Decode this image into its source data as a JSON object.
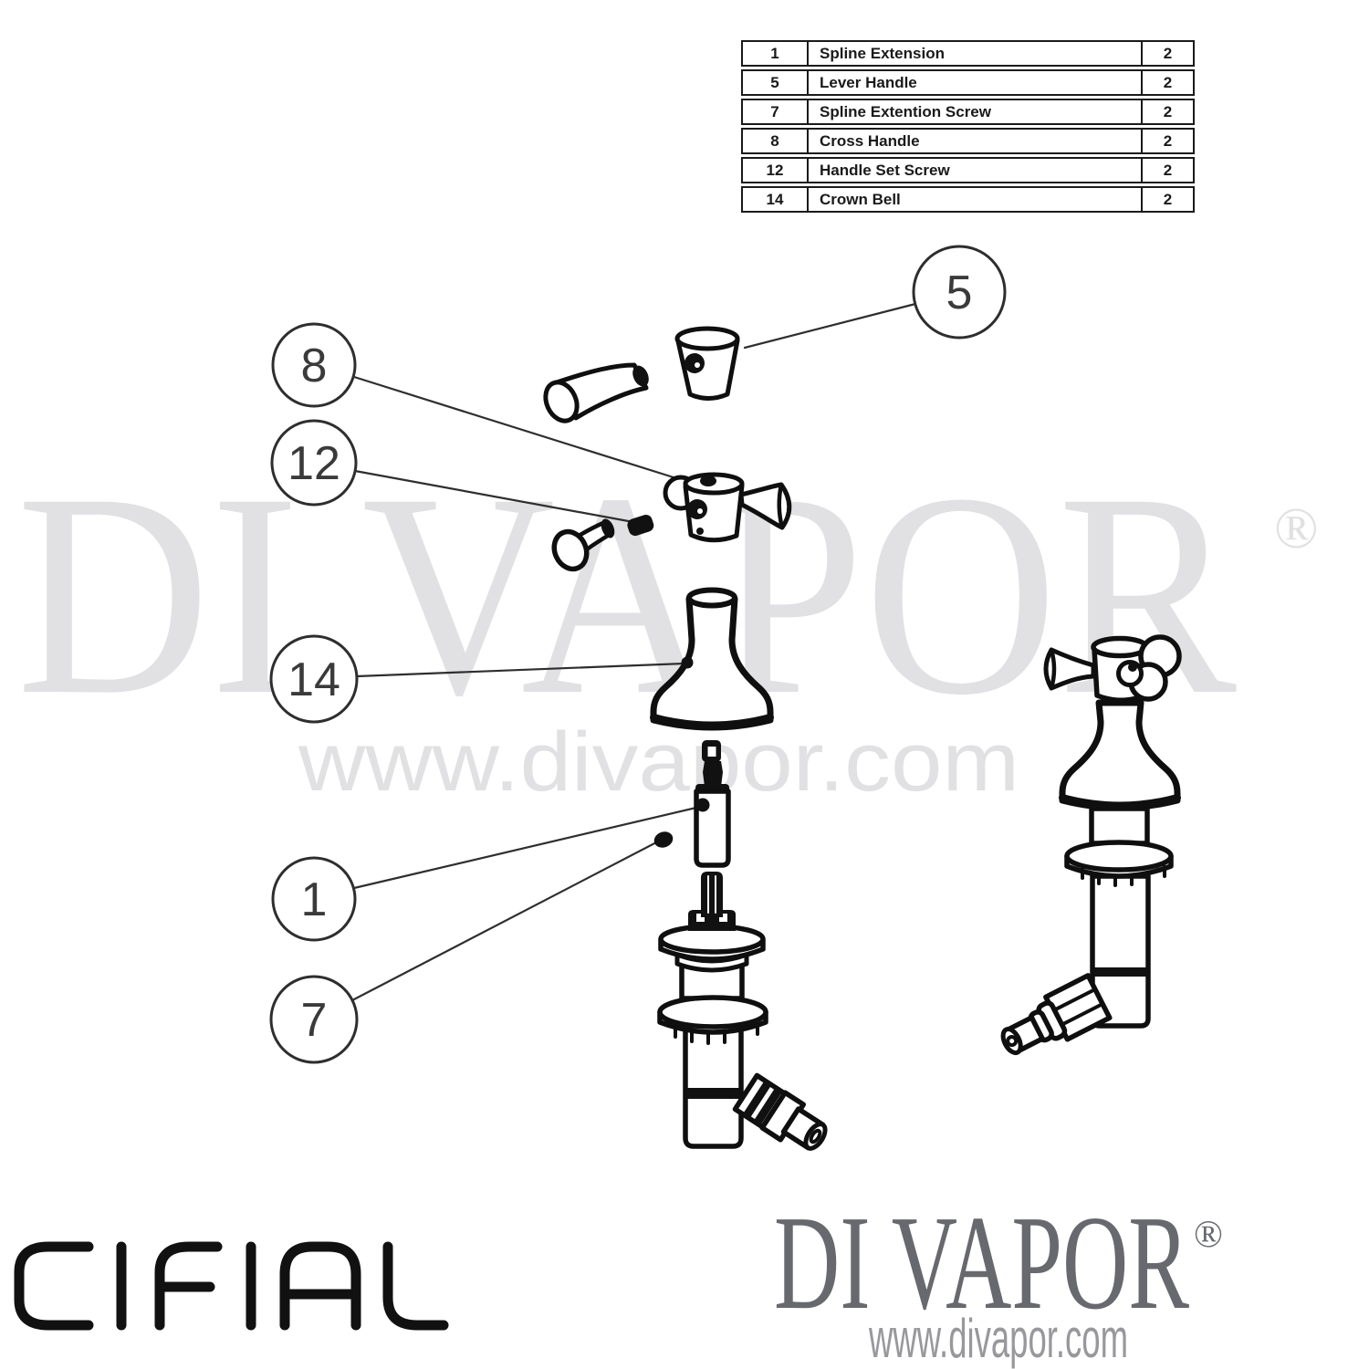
{
  "parts_table": {
    "columns": [
      "item_no",
      "description",
      "qty"
    ],
    "rows": [
      {
        "num": "1",
        "name": "Spline Extension",
        "qty": "2"
      },
      {
        "num": "5",
        "name": "Lever Handle",
        "qty": "2"
      },
      {
        "num": "7",
        "name": "Spline Extention Screw",
        "qty": "2"
      },
      {
        "num": "8",
        "name": "Cross Handle",
        "qty": "2"
      },
      {
        "num": "12",
        "name": "Handle Set Screw",
        "qty": "2"
      },
      {
        "num": "14",
        "name": "Crown Bell",
        "qty": "2"
      }
    ]
  },
  "diagram": {
    "callouts": [
      {
        "label": "5"
      },
      {
        "label": "8"
      },
      {
        "label": "12"
      },
      {
        "label": "14"
      },
      {
        "label": "1"
      },
      {
        "label": "7"
      }
    ],
    "line_color": "#0f0f0f",
    "callout_color": "#2e2e2e"
  },
  "watermark": {
    "brand": "DI VAPOR",
    "registered_mark": "®",
    "website": "www.divapor.com",
    "color": "#e1e1e3"
  },
  "footer": {
    "manufacturer_logo": "CIFIAL",
    "brand": "DI VAPOR",
    "registered_mark": "®",
    "website": "www.divapor.com",
    "brand_color": "#67696e",
    "website_color": "#98989c"
  }
}
